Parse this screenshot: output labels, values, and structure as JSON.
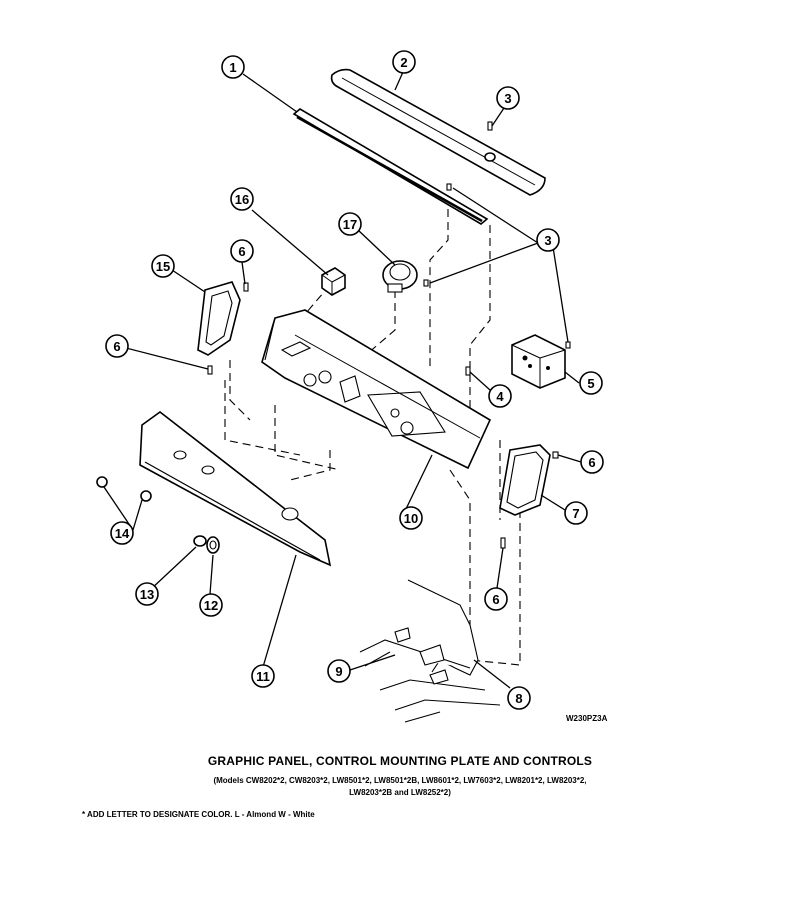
{
  "drawing_code": "W230PZ3A",
  "caption": {
    "title": "GRAPHIC PANEL, CONTROL MOUNTING PLATE AND CONTROLS",
    "models_line1": "(Models CW8202*2, CW8203*2, LW8501*2, LW8501*2B, LW8601*2, LW7603*2, LW8201*2, LW8203*2,",
    "models_line2": "LW8203*2B and LW8252*2)"
  },
  "footnote": "* ADD LETTER TO DESIGNATE COLOR.  L - Almond  W - White",
  "callouts": [
    "1",
    "2",
    "3",
    "3",
    "5",
    "4",
    "6",
    "7",
    "6",
    "6",
    "6",
    "8",
    "9",
    "10",
    "11",
    "12",
    "13",
    "14",
    "15",
    "16",
    "17"
  ]
}
